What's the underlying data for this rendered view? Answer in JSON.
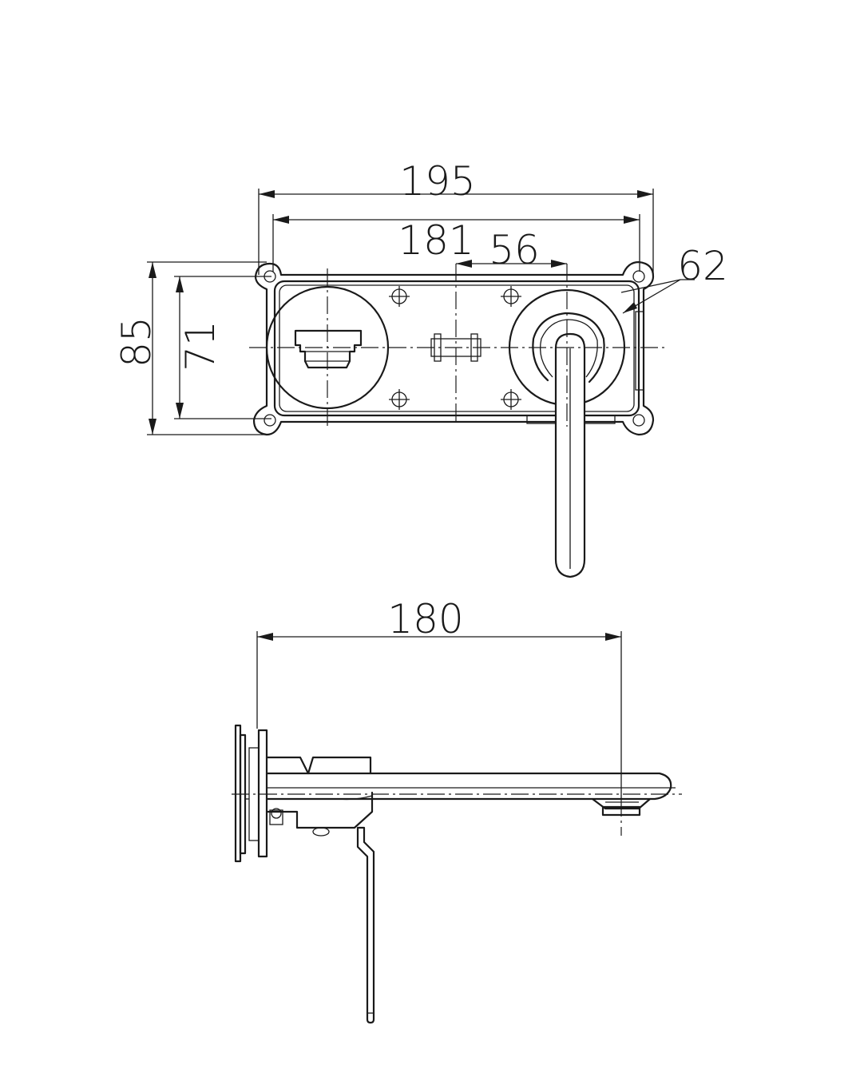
{
  "dimensions": {
    "overall_plate_width": "195",
    "hole_spacing_width": "181",
    "handle_offset": "56",
    "handle_diameter": "62",
    "overall_plate_height": "85",
    "hole_spacing_height": "71",
    "spout_projection": "180"
  }
}
